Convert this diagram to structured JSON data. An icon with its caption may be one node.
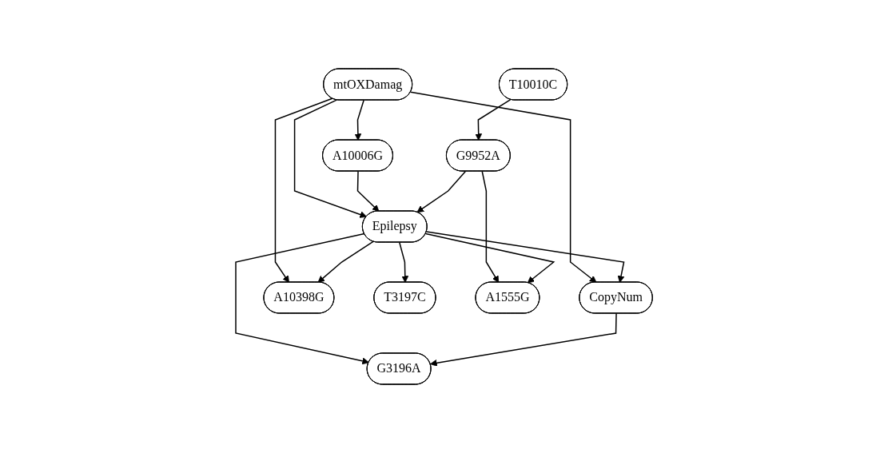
{
  "diagram": {
    "nodes": [
      {
        "text": [
          "mtOXDamag"
        ]
      },
      {
        "text": [
          "A10006G"
        ]
      },
      {
        "text": [
          "T10010C"
        ]
      },
      {
        "text": [
          "G9952A"
        ]
      },
      {
        "text": [
          "Epilepsy"
        ]
      },
      {
        "text": [
          "CopyNum"
        ]
      },
      {
        "text": [
          "A10398G"
        ]
      },
      {
        "text": [
          "T3197C"
        ]
      },
      {
        "text": [
          "G3196A"
        ]
      },
      {
        "text": [
          "A1555G"
        ]
      }
    ],
    "edges": [
      {
        "from": 0,
        "to": 6,
        "arrow": "to"
      },
      {
        "from": 0,
        "to": 4,
        "arrow": "to"
      },
      {
        "from": 0,
        "to": 1,
        "arrow": "to"
      },
      {
        "from": 0,
        "to": 5,
        "arrow": "to"
      },
      {
        "from": 2,
        "to": 3,
        "arrow": "to"
      },
      {
        "from": 1,
        "to": 4,
        "arrow": "to"
      },
      {
        "from": 3,
        "to": 4,
        "arrow": "to"
      },
      {
        "from": 4,
        "to": 5,
        "arrow": "to"
      },
      {
        "from": 3,
        "to": 9,
        "arrow": "to"
      },
      {
        "from": 4,
        "to": 6,
        "arrow": "to"
      },
      {
        "from": 4,
        "to": 7,
        "arrow": "to"
      },
      {
        "from": 4,
        "to": 8,
        "arrow": "to"
      },
      {
        "from": 4,
        "to": 9,
        "arrow": "to"
      },
      {
        "from": 5,
        "to": 8,
        "arrow": "to"
      }
    ]
  }
}
